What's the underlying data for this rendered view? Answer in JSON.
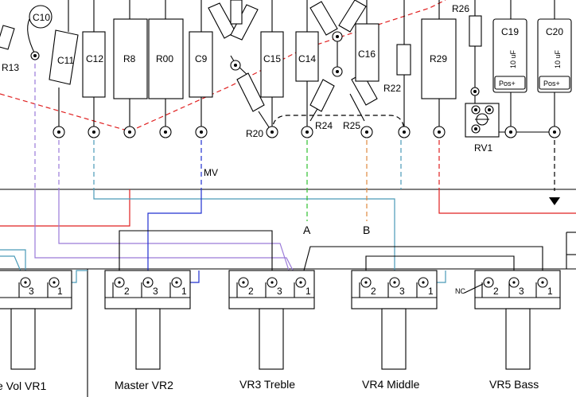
{
  "components": {
    "c10": "C10",
    "r13": "R13",
    "c11": "C11",
    "c12": "C12",
    "r8": "R8",
    "r00": "R00",
    "c9": "C9",
    "c15": "C15",
    "c14": "C14",
    "c16": "C16",
    "r22": "R22",
    "r29": "R29",
    "r26": "R26",
    "c19": "C19",
    "c20": "C20",
    "r20": "R20",
    "r24": "R24",
    "r25": "R25",
    "rv1": "RV1",
    "cap_value": "10 uF",
    "cap_pos": "Pos+"
  },
  "signals": {
    "mv": "MV",
    "a": "A",
    "b": "B"
  },
  "pots": {
    "vr1": {
      "name": "e Vol  VR1"
    },
    "vr2": {
      "name": "Master VR2"
    },
    "vr3": {
      "name": "VR3 Treble"
    },
    "vr4": {
      "name": "VR4 Middle"
    },
    "vr5": {
      "name": "VR5 Bass",
      "nc": "NC"
    }
  },
  "pin_numbers": {
    "p1": "1",
    "p2": "2",
    "p3": "3"
  },
  "colors": {
    "red": "#e02020",
    "blue": "#2030d0",
    "violet": "#9a7ad8",
    "teal": "#4a9ab8",
    "green": "#30c030",
    "orange": "#e08a40",
    "black": "#000000"
  }
}
